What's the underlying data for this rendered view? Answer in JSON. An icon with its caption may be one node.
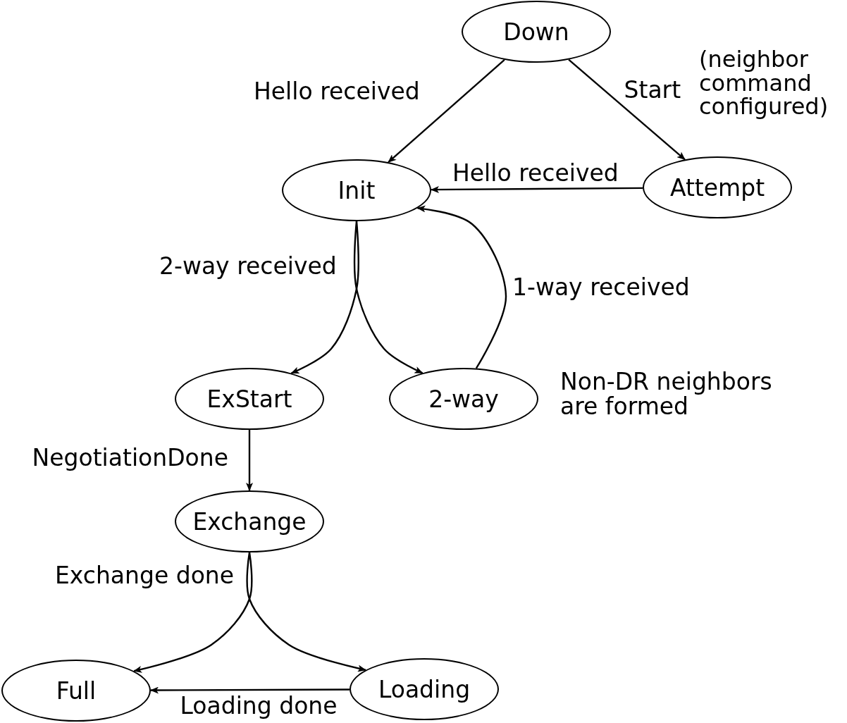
{
  "diagram": {
    "nodes": [
      {
        "text": [
          "Down"
        ]
      },
      {
        "text": [
          "Init"
        ]
      },
      {
        "text": [
          "Attempt"
        ]
      },
      {
        "text": [
          "ExStart"
        ]
      },
      {
        "text": [
          "2-way"
        ],
        "beside": [
          "Non-DR neighbors are formed"
        ]
      },
      {
        "text": [
          "Exchange"
        ]
      },
      {
        "text": [
          "Full"
        ]
      },
      {
        "text": [
          "Loading"
        ]
      }
    ],
    "edges": [
      {
        "from": 0,
        "to": 1,
        "arrow": "to",
        "label": "Hello received"
      },
      {
        "from": 0,
        "to": 2,
        "arrow": "to",
        "label": "Start"
      },
      {
        "from": 2,
        "to": 1,
        "arrow": "to",
        "label": "Hello received"
      },
      {
        "from": 1,
        "to": 3,
        "arrow": "to",
        "label": "2-way received"
      },
      {
        "from": 1,
        "to": 4,
        "arrow": "to"
      },
      {
        "from": 4,
        "to": 1,
        "arrow": "to",
        "label": "1-way received"
      },
      {
        "from": 3,
        "to": 5,
        "arrow": "to",
        "label": "NegotiationDone"
      },
      {
        "from": 5,
        "to": 6,
        "arrow": "to",
        "label": "Exchange done"
      },
      {
        "from": 5,
        "to": 7,
        "arrow": "to"
      },
      {
        "from": 7,
        "to": 6,
        "arrow": "to",
        "label": "Loading done"
      }
    ],
    "labels": [
      "(neighbor command configured)"
    ]
  }
}
